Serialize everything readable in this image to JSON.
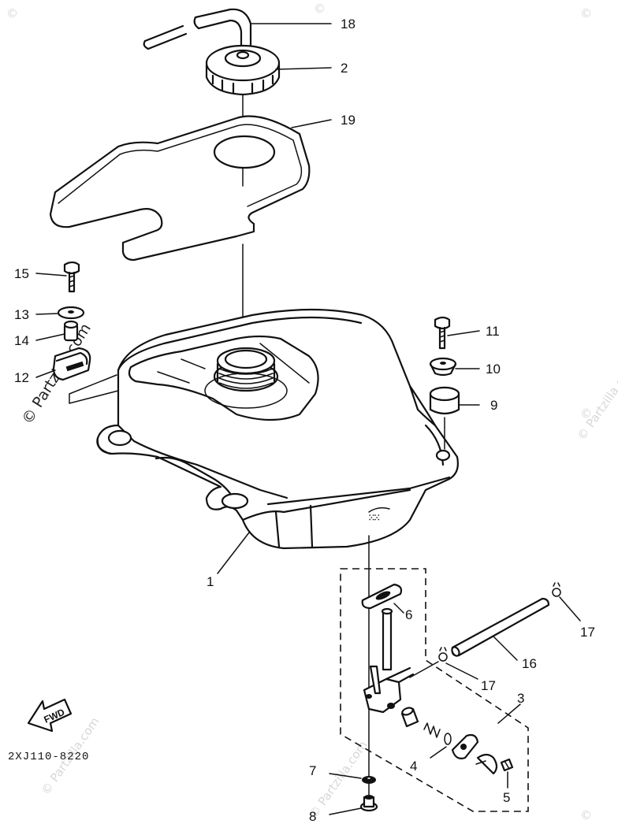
{
  "diagram": {
    "code": "2XJ110-8220",
    "direction_label": "FWD",
    "watermark": "© Partzilla.com",
    "watermark_short": "©"
  },
  "callouts": [
    {
      "num": "1"
    },
    {
      "num": "2"
    },
    {
      "num": "3"
    },
    {
      "num": "4"
    },
    {
      "num": "5"
    },
    {
      "num": "6"
    },
    {
      "num": "7"
    },
    {
      "num": "8"
    },
    {
      "num": "9"
    },
    {
      "num": "10"
    },
    {
      "num": "11"
    },
    {
      "num": "12"
    },
    {
      "num": "13"
    },
    {
      "num": "14"
    },
    {
      "num": "15"
    },
    {
      "num": "16"
    },
    {
      "num": "17"
    },
    {
      "num": "17"
    },
    {
      "num": "18"
    },
    {
      "num": "19"
    }
  ]
}
